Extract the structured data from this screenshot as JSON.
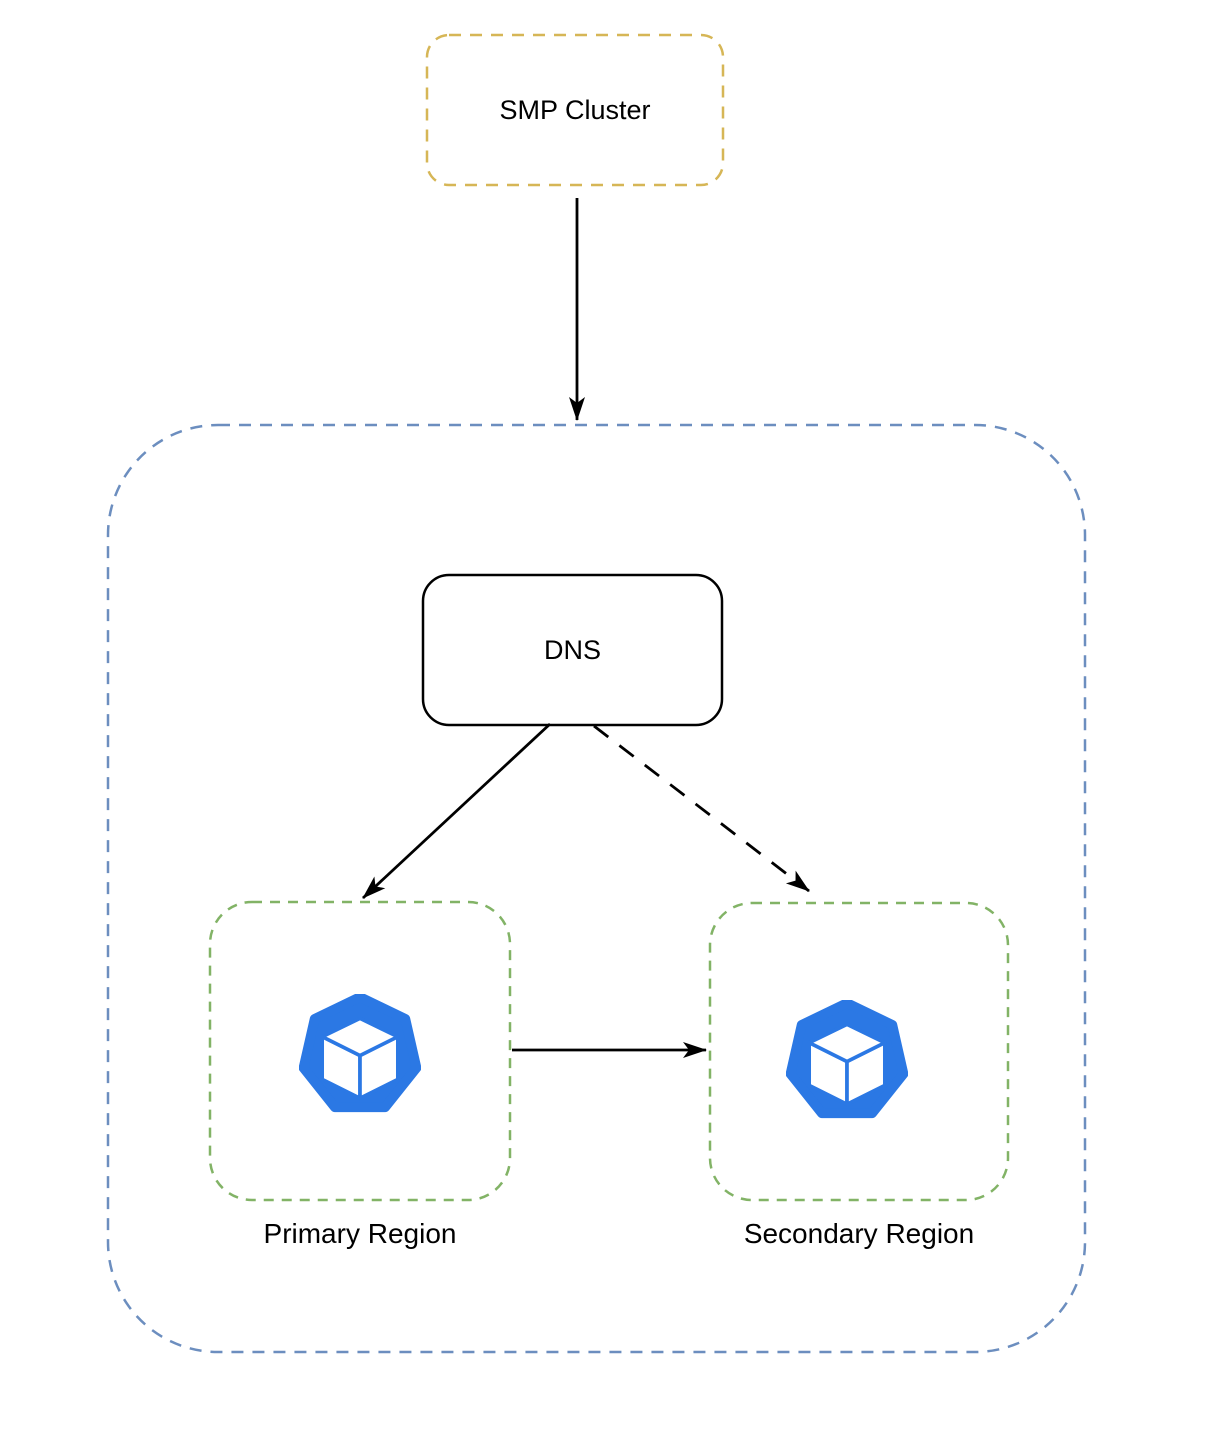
{
  "diagram": {
    "title": "SMP Cluster multi-region DNS routing diagram",
    "nodes": {
      "smp_cluster": {
        "label": "SMP Cluster",
        "border_style": "dashed",
        "border_color": "#d6b656"
      },
      "outer_container": {
        "label": "",
        "border_style": "dashed",
        "border_color": "#6c8ebf"
      },
      "dns": {
        "label": "DNS",
        "border_style": "solid",
        "border_color": "#000000"
      },
      "primary_region": {
        "label": "Primary Region",
        "border_style": "dashed",
        "border_color": "#82b366",
        "icon": "container-cube-icon"
      },
      "secondary_region": {
        "label": "Secondary Region",
        "border_style": "dashed",
        "border_color": "#82b366",
        "icon": "container-cube-icon"
      }
    },
    "edges": [
      {
        "from": "smp_cluster",
        "to": "outer_container",
        "style": "solid",
        "arrowhead": "classic"
      },
      {
        "from": "dns",
        "to": "primary_region",
        "style": "solid",
        "arrowhead": "classic"
      },
      {
        "from": "dns",
        "to": "secondary_region",
        "style": "dashed",
        "arrowhead": "classic"
      },
      {
        "from": "primary_region",
        "to": "secondary_region",
        "style": "solid",
        "arrowhead": "classic"
      }
    ],
    "colors": {
      "smp_border": "#d6b656",
      "outer_border": "#6c8ebf",
      "region_border": "#82b366",
      "dns_border": "#000000",
      "icon_blue": "#2b78e4",
      "arrow": "#000000",
      "background": "#ffffff"
    }
  }
}
